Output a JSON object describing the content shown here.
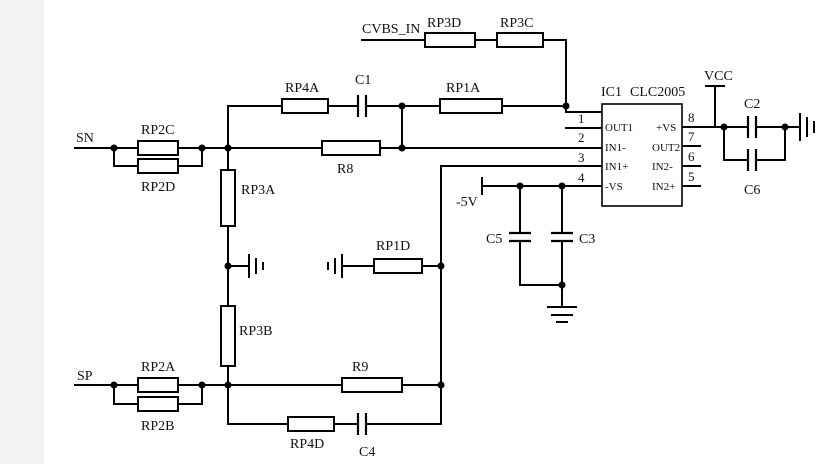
{
  "title": "",
  "nets": {
    "cvbs_in": "CVBS_IN",
    "sn": "SN",
    "sp": "SP",
    "vcc": "VCC",
    "neg5v": "-5V"
  },
  "components": {
    "rp3d": "RP3D",
    "rp3c": "RP3C",
    "rp4a": "RP4A",
    "c1": "C1",
    "rp1a": "RP1A",
    "rp2c": "RP2C",
    "rp2d": "RP2D",
    "r8": "R8",
    "rp3a": "RP3A",
    "rp1d": "RP1D",
    "rp3b": "RP3B",
    "rp2a": "RP2A",
    "rp2b": "RP2B",
    "r9": "R9",
    "rp4d": "RP4D",
    "c4": "C4",
    "c5": "C5",
    "c3": "C3",
    "c2": "C2",
    "c6": "C6"
  },
  "ic": {
    "ref": "IC1",
    "part": "CLC2005",
    "left_pins": [
      {
        "num": "1",
        "name": "OUT1"
      },
      {
        "num": "2",
        "name": "IN1-"
      },
      {
        "num": "3",
        "name": "IN1+"
      },
      {
        "num": "4",
        "name": "-VS"
      }
    ],
    "right_pins": [
      {
        "num": "8",
        "name": "+VS"
      },
      {
        "num": "7",
        "name": "OUT2"
      },
      {
        "num": "6",
        "name": "IN2-"
      },
      {
        "num": "5",
        "name": "IN2+"
      }
    ]
  }
}
